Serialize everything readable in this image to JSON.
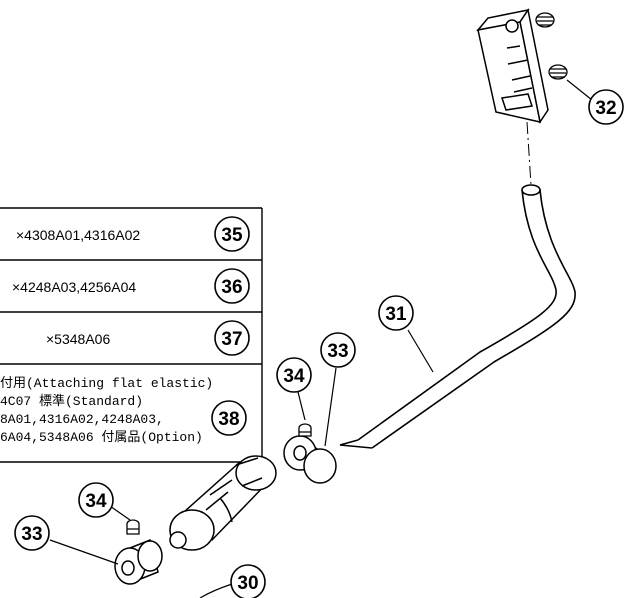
{
  "table": {
    "rows": [
      {
        "text": "×4308A01,4316A02",
        "part": "35"
      },
      {
        "text": "×4248A03,4256A04",
        "part": "36"
      },
      {
        "text": "×5348A06",
        "part": "37"
      }
    ],
    "note": {
      "line1": "付用(Attaching flat elastic)",
      "line2": "4C07 標準(Standard)",
      "line3": "8A01,4316A02,4248A03,",
      "line4": "6A04,5348A06 付属品(Option)",
      "part": "38"
    }
  },
  "callouts": {
    "p30": "30",
    "p31": "31",
    "p32": "32",
    "p33_upper": "33",
    "p33_lower": "33",
    "p34_upper": "34",
    "p34_lower": "34"
  }
}
